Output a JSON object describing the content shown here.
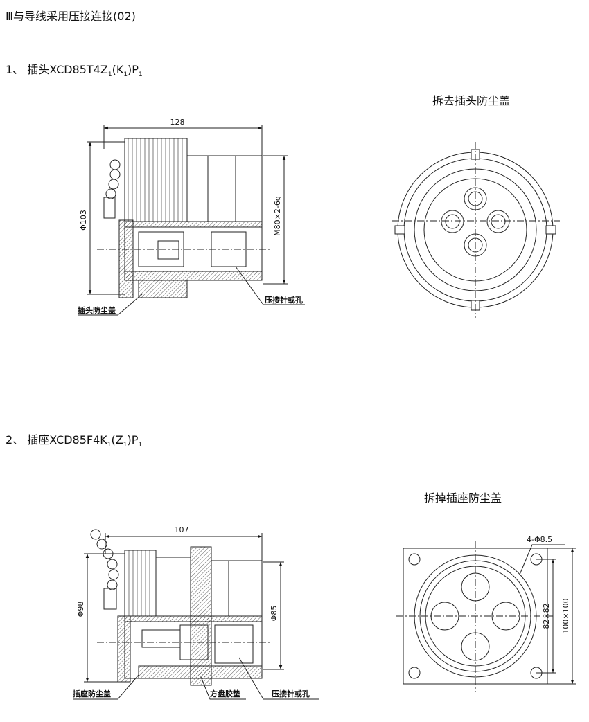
{
  "page": {
    "section_title": "Ⅲ与导线采用压接连接(02)",
    "plug": {
      "heading_prefix": "1、 插头XCD85T4Z",
      "heading_sub1": "1",
      "heading_mid": "(K",
      "heading_sub2": "1",
      "heading_end": ")P",
      "heading_sub3": "1",
      "front_caption": "拆去插头防尘盖",
      "dim_length": "128",
      "dim_diameter": "Φ103",
      "dim_thread": "M80×2-6g",
      "label_pin": "压接针或孔",
      "label_cap": "插头防尘盖"
    },
    "socket": {
      "heading_prefix": "2、 插座XCD85F4K",
      "heading_sub1": "1",
      "heading_mid": "(Z",
      "heading_sub2": "1",
      "heading_end": ")P",
      "heading_sub3": "1",
      "front_caption": "拆掉插座防尘盖",
      "dim_length": "107",
      "dim_diameter": "Φ98",
      "dim_inner": "Φ85",
      "dim_holes": "4-Φ8.5",
      "dim_inner_square": "82×82",
      "dim_outer_square": "100×100",
      "label_cap": "插座防尘盖",
      "label_gasket": "方盘胶垫",
      "label_pin": "压接针或孔"
    }
  }
}
